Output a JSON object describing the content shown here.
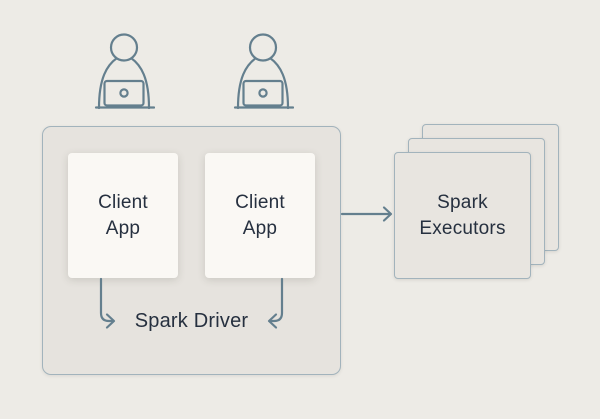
{
  "colors": {
    "background": "#edebe6",
    "container_fill": "#e6e3de",
    "container_border": "#a2b3bc",
    "client_card_fill": "#faf8f4",
    "executor_fill": "#e8e5e0",
    "stroke_accent": "#647f8e",
    "text": "#26303f"
  },
  "diagram": {
    "users": [
      {
        "icon": "person-at-laptop-icon"
      },
      {
        "icon": "person-at-laptop-icon"
      }
    ],
    "driver": {
      "label": "Spark Driver",
      "clients": [
        {
          "label": "Client App"
        },
        {
          "label": "Client App"
        }
      ]
    },
    "executors": {
      "label": "Spark Executors",
      "stack_count": 3
    },
    "connectors": [
      {
        "name": "client-1-to-driver",
        "direction": "down-then-right"
      },
      {
        "name": "client-2-to-driver",
        "direction": "down-then-left"
      },
      {
        "name": "driver-to-executors",
        "direction": "right"
      }
    ]
  }
}
